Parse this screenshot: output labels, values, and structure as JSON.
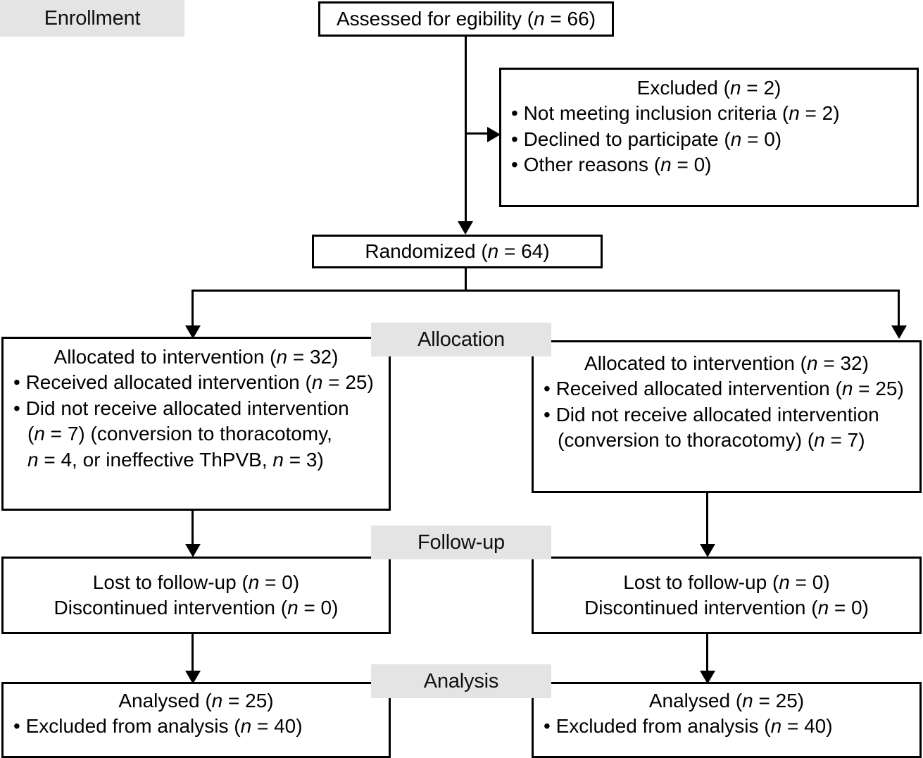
{
  "diagram": {
    "title": "CONSORT participant flow diagram",
    "colors": {
      "band_background": "#e4e4e4",
      "line": "#000000",
      "box_background": "#ffffff"
    }
  },
  "stages": {
    "enrollment": "Enrollment",
    "allocation": "Allocation",
    "followup": "Follow-up",
    "analysis": "Analysis"
  },
  "boxes": {
    "assessed": {
      "line1": "Assessed for egibility (n = 66)"
    },
    "excluded": {
      "heading": "Excluded (n = 2)",
      "item1": "• Not meeting inclusion criteria (n = 2)",
      "item2": "• Declined to participate (n = 0)",
      "item3": "• Other reasons (n = 0)"
    },
    "randomized": {
      "line1": "Randomized (n = 64)"
    },
    "alloc_left": {
      "heading": "Allocated to intervention (n = 32)",
      "item1": "• Received allocated intervention (n = 25)",
      "item2": "• Did not receive allocated intervention",
      "item2b": "(n = 7) (conversion to thoracotomy,",
      "item2c": "n = 4, or ineffective ThPVB, n = 3)"
    },
    "alloc_right": {
      "heading": "Allocated to intervention (n = 32)",
      "item1": "• Received allocated intervention (n = 25)",
      "item2": "• Did not receive allocated intervention",
      "item2b": "(conversion to thoracotomy) (n = 7)"
    },
    "followup_left": {
      "line1": "Lost to follow-up (n = 0)",
      "line2": "Discontinued intervention (n = 0)"
    },
    "followup_right": {
      "line1": "Lost to follow-up (n = 0)",
      "line2": "Discontinued intervention (n = 0)"
    },
    "analysis_left": {
      "heading": "Analysed (n = 25)",
      "item1": "• Excluded from analysis (n = 40)"
    },
    "analysis_right": {
      "heading": "Analysed (n = 25)",
      "item1": "• Excluded from analysis (n = 40)"
    }
  }
}
